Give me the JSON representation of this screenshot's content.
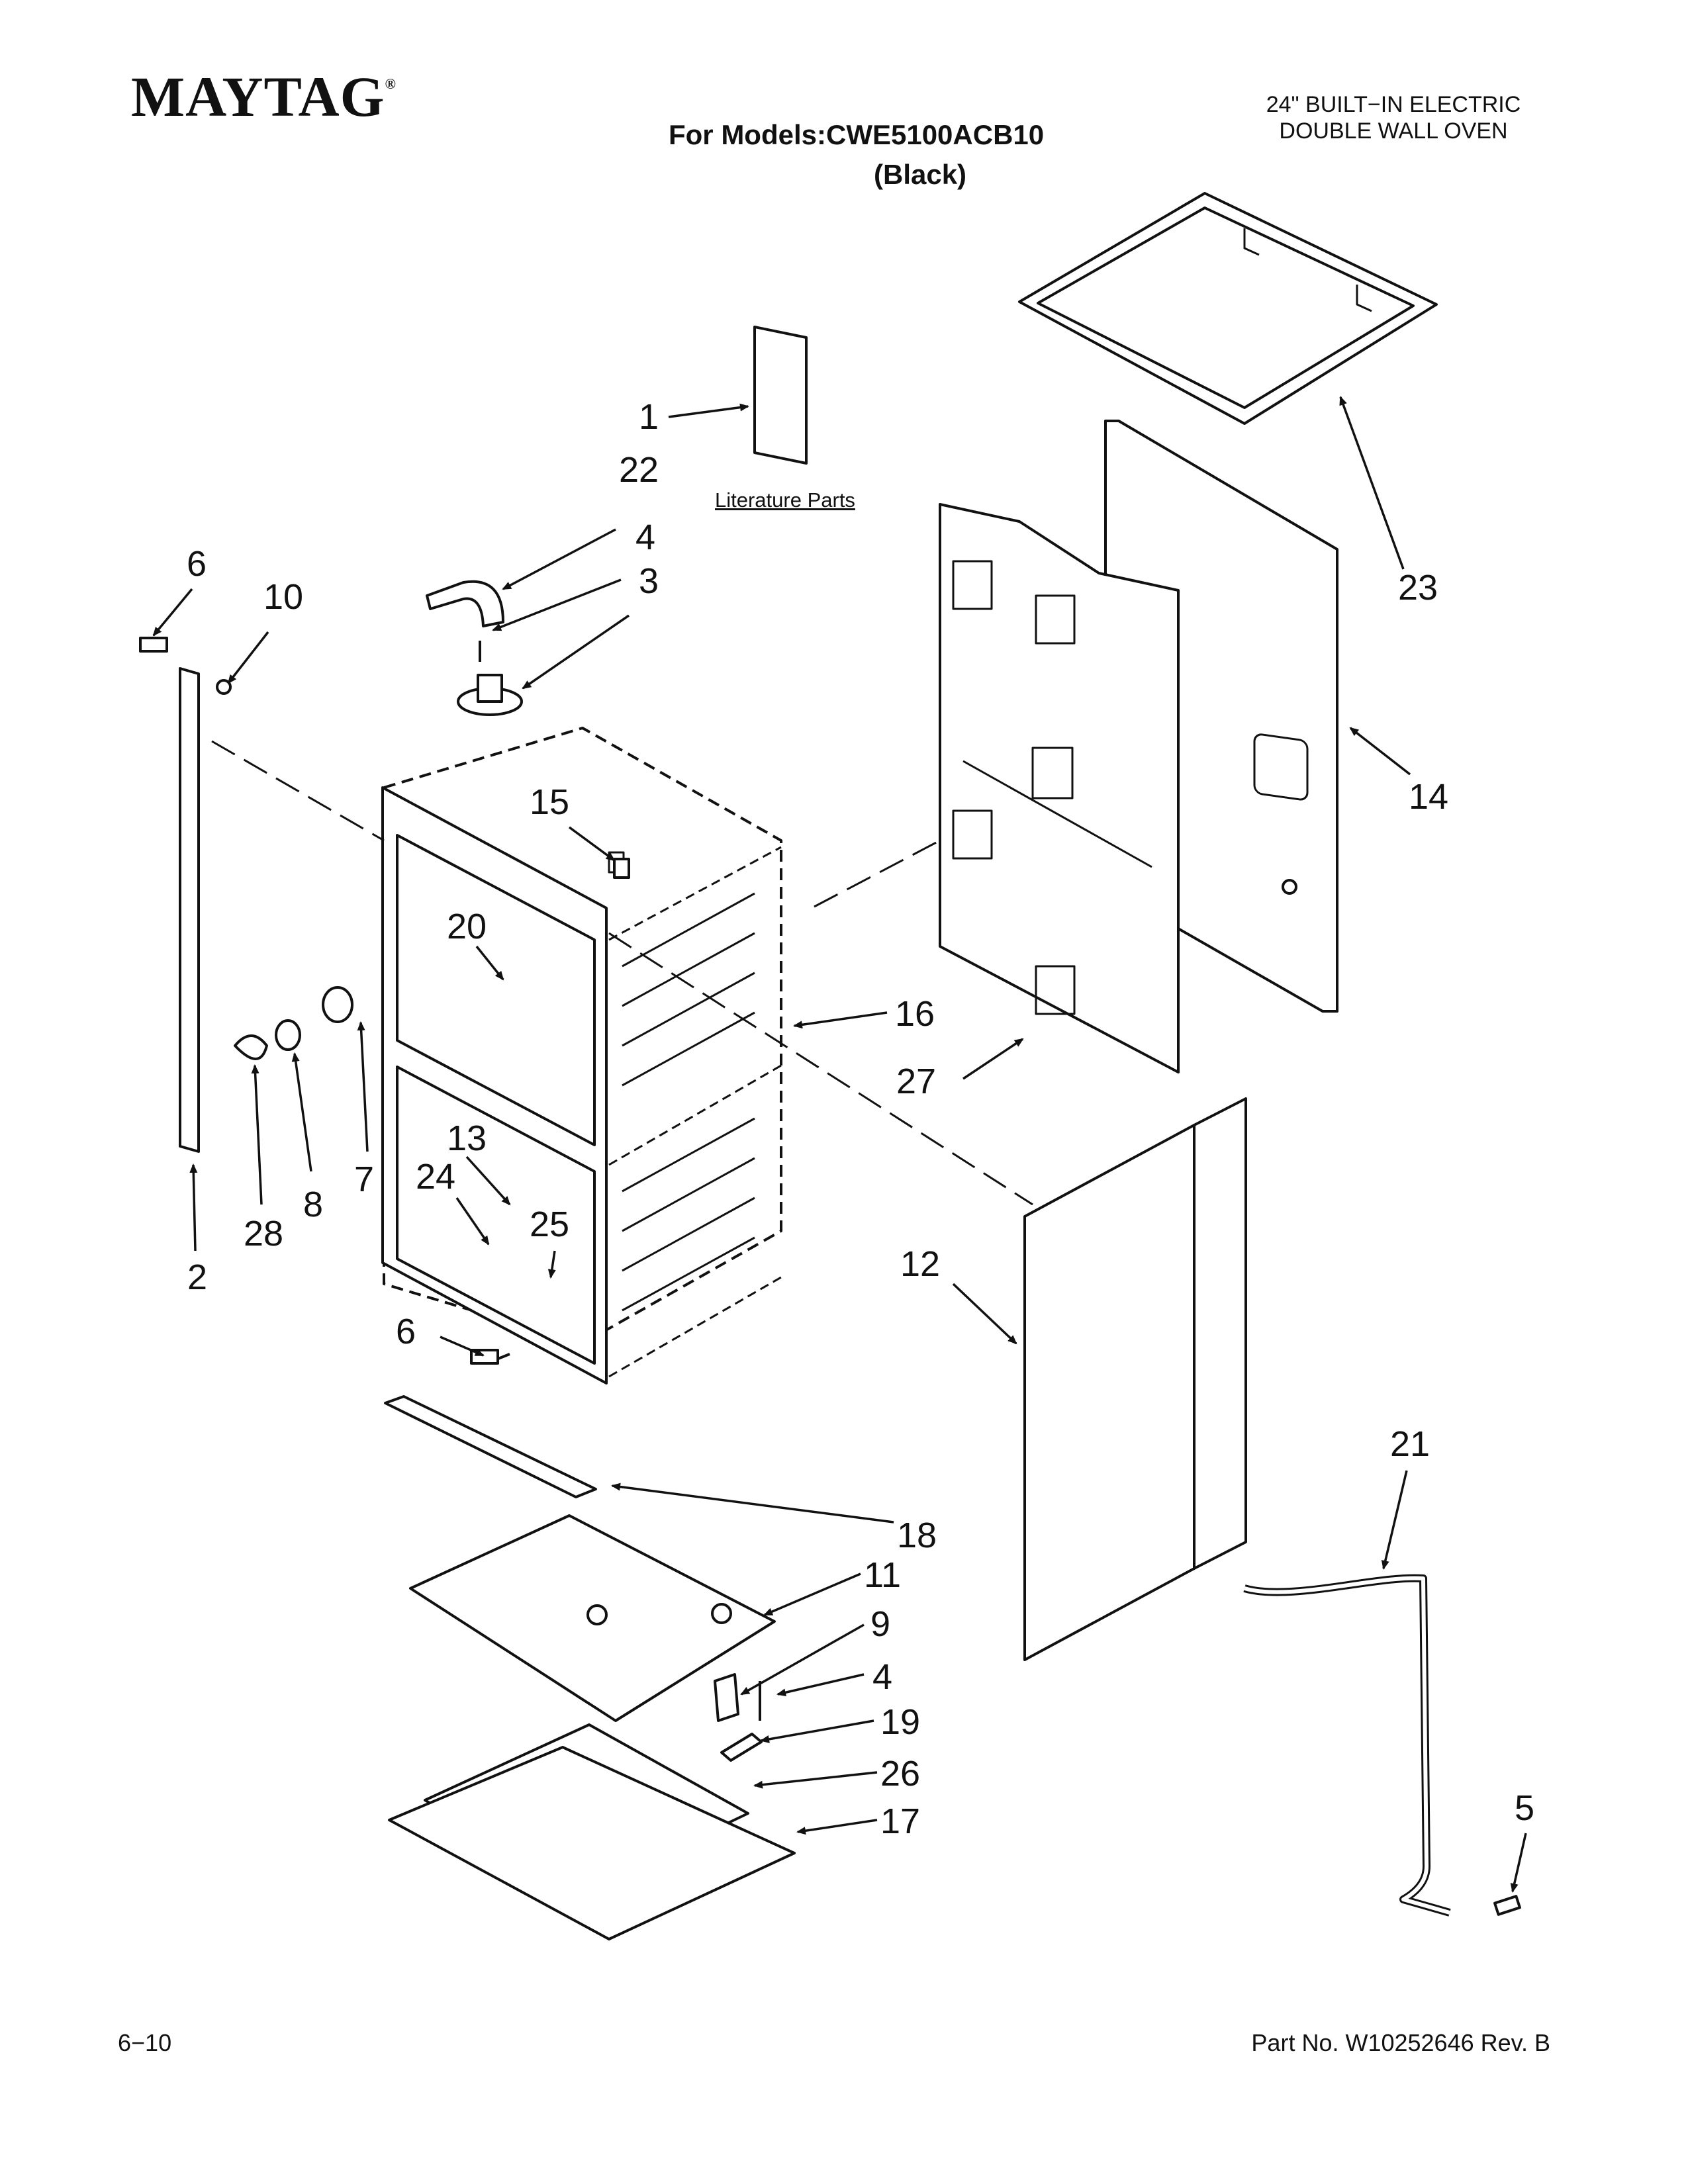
{
  "header": {
    "brand": "MAYTAG",
    "brand_mark": "®",
    "models_line": "For Models:CWE5100ACB10",
    "color_line": "(Black)",
    "product_type_line1": "24\" BUILT−IN ELECTRIC",
    "product_type_line2": "DOUBLE WALL OVEN"
  },
  "diagram": {
    "literature_label": "Literature Parts",
    "callouts": [
      "1",
      "22",
      "4",
      "3",
      "6",
      "10",
      "15",
      "20",
      "16",
      "27",
      "23",
      "14",
      "7",
      "8",
      "28",
      "2",
      "13",
      "24",
      "25",
      "6",
      "12",
      "21",
      "18",
      "11",
      "9",
      "4",
      "19",
      "26",
      "17",
      "5"
    ]
  },
  "footer": {
    "page": "6−10",
    "part_number": "Part No. W10252646 Rev. B"
  },
  "colors": {
    "ink": "#111111",
    "panel": "#ffffff"
  }
}
